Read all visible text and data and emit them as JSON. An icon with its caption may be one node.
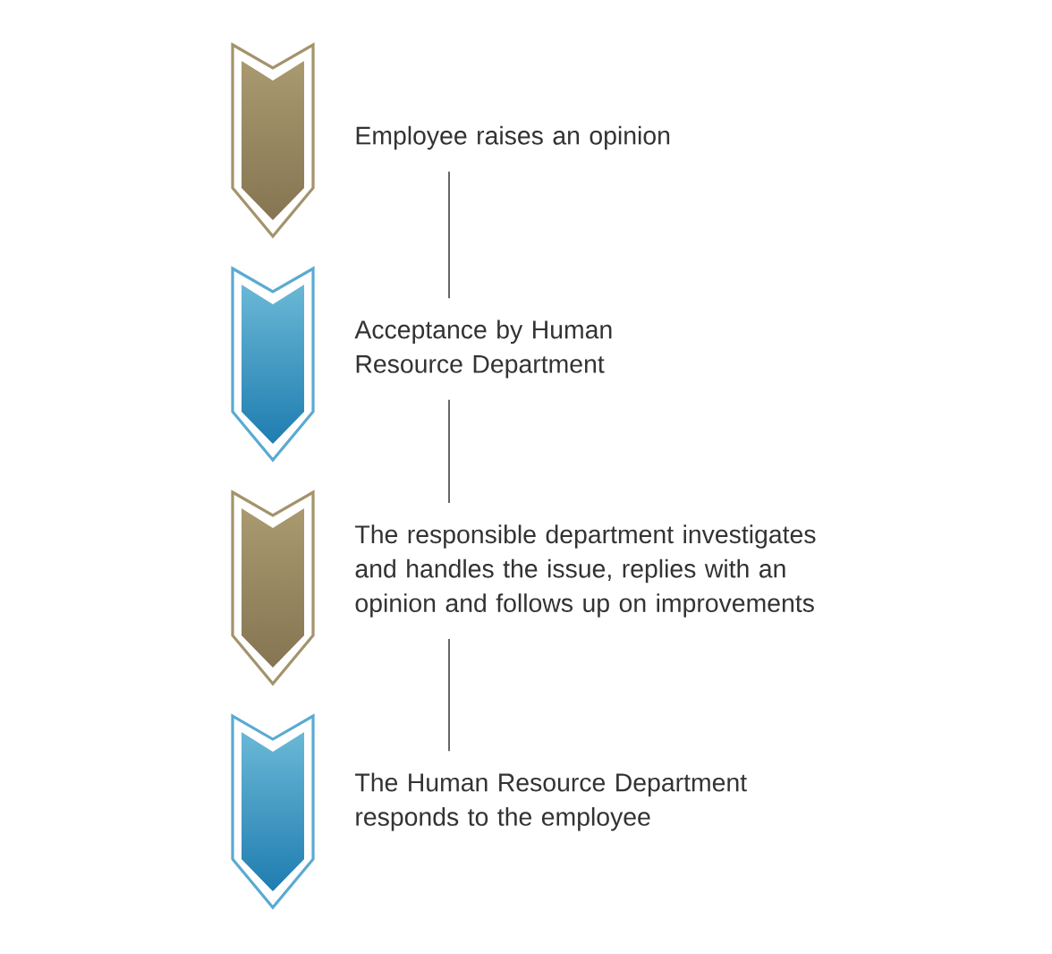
{
  "diagram": {
    "nodes": [
      {
        "text": [
          "Employee raises an opinion"
        ]
      },
      {
        "text": [
          "Acceptance by Human Resource Department"
        ]
      },
      {
        "text": [
          "The responsible department investigates and handles the issue, replies with an opinion and follows up on improvements"
        ]
      },
      {
        "text": [
          "The Human Resource Department responds to the employee"
        ]
      }
    ],
    "edges": [
      {
        "from": 0,
        "to": 1,
        "arrow": "none"
      },
      {
        "from": 1,
        "to": 2,
        "arrow": "none"
      },
      {
        "from": 2,
        "to": 3,
        "arrow": "none"
      }
    ]
  }
}
